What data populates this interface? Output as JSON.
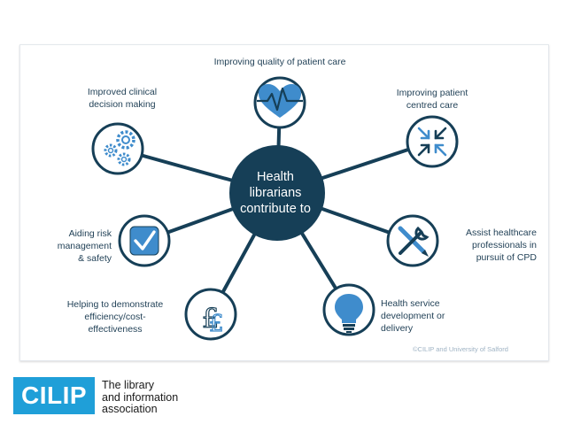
{
  "center": {
    "line1": "Health",
    "line2": "librarians",
    "line3": "contribute to"
  },
  "nodes": {
    "quality": {
      "label": "Improving quality of patient care"
    },
    "patient_centred": {
      "line1": "Improving patient",
      "line2": "centred care"
    },
    "cpd": {
      "line1": "Assist healthcare",
      "line2": "professionals in",
      "line3": "pursuit of CPD"
    },
    "service": {
      "line1": "Health service",
      "line2": "development or",
      "line3": "delivery"
    },
    "efficiency": {
      "line1": "Helping to demonstrate",
      "line2": "efficiency/cost-",
      "line3": "effectiveness"
    },
    "risk": {
      "line1": "Aiding risk",
      "line2": "management",
      "line3": "& safety"
    },
    "clinical": {
      "line1": "Improved clinical",
      "line2": "decision making"
    }
  },
  "copyright": "©CILIP and University of Salford",
  "logo": {
    "mark": "CILIP",
    "line1": "The library",
    "line2": "and information",
    "line3": "association"
  },
  "colors": {
    "hub": "#163f57",
    "ring": "#163f57",
    "icon_accent": "#3f8ccc",
    "logo": "#1f9fd8"
  },
  "icons": [
    "heartbeat-icon",
    "arrows-inward-icon",
    "pencil-wrench-icon",
    "lightbulb-icon",
    "pound-sign-icon",
    "checkmark-icon",
    "gears-icon"
  ]
}
